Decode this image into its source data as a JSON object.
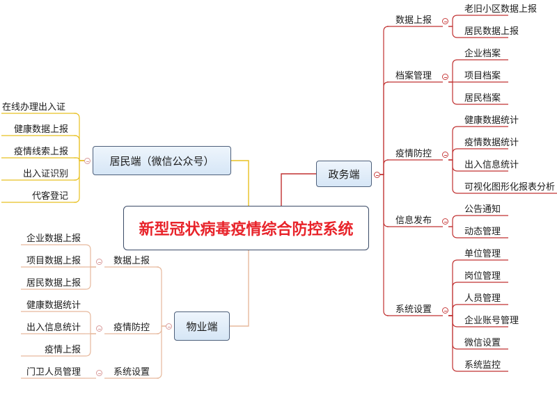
{
  "root": {
    "title": "新型冠状病毒疫情综合防控系统"
  },
  "branches": {
    "resident": {
      "label": "居民端（微信公众号）",
      "color": "#e8c020",
      "items": [
        "在线办理出入证",
        "健康数据上报",
        "疫情线索上报",
        "出入证识别",
        "代客登记"
      ]
    },
    "property": {
      "label": "物业端",
      "color": "#e6b89c",
      "groups": [
        {
          "label": "数据上报",
          "items": [
            "企业数据上报",
            "项目数据上报",
            "居民数据上报"
          ]
        },
        {
          "label": "疫情防控",
          "items": [
            "健康数据统计",
            "出入信息统计",
            "疫情上报"
          ]
        },
        {
          "label": "系统设置",
          "items": [
            "门卫人员管理"
          ]
        }
      ]
    },
    "government": {
      "label": "政务端",
      "color": "#c03030",
      "groups": [
        {
          "label": "数据上报",
          "items": [
            "老旧小区数据上报",
            "居民数据上报"
          ]
        },
        {
          "label": "档案管理",
          "items": [
            "企业档案",
            "项目档案",
            "居民档案"
          ]
        },
        {
          "label": "疫情防控",
          "items": [
            "健康数据统计",
            "疫情数据统计",
            "出入信息统计",
            "可视化图形化报表分析"
          ]
        },
        {
          "label": "信息发布",
          "items": [
            "公告通知",
            "动态管理"
          ]
        },
        {
          "label": "系统设置",
          "items": [
            "单位管理",
            "岗位管理",
            "人员管理",
            "企业账号管理",
            "微信设置",
            "系统监控"
          ]
        }
      ]
    }
  }
}
